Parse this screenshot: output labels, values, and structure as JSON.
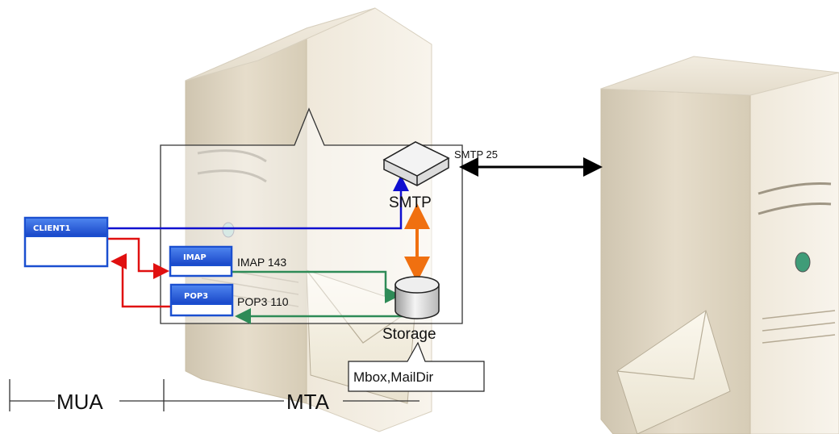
{
  "diagram": {
    "protocols": {
      "smtp_port_label": "SMTP 25",
      "smtp_node_label": "SMTP",
      "imap_box_label": "IMAP",
      "imap_port_label": "IMAP 143",
      "pop3_box_label": "POP3",
      "pop3_port_label": "POP3 110"
    },
    "client": {
      "label": "CLIENT1"
    },
    "storage": {
      "label": "Storage",
      "formats_callout": "Mbox,MailDir"
    },
    "scale": {
      "mua_label": "MUA",
      "mta_label": "MTA"
    },
    "colors": {
      "client_to_smtp": "#1010d0",
      "client_imap_pop": "#e01010",
      "storage_links": "#2e8b57",
      "smtp_storage": "#f07010",
      "server_to_server": "#000000",
      "widget_blue": "#1a4fd0"
    },
    "icons": [
      "server-tower",
      "server-tower",
      "router-icon",
      "database-icon",
      "envelope-icon",
      "envelope-icon"
    ]
  }
}
